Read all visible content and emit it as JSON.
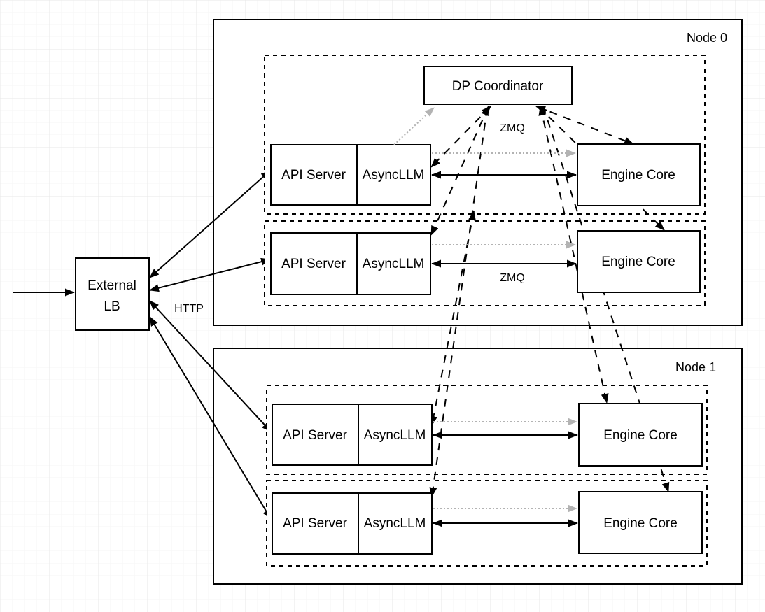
{
  "nodes": [
    {
      "label": "Node 0"
    },
    {
      "label": "Node 1"
    }
  ],
  "coordinator": {
    "label": "DP Coordinator"
  },
  "external_lb": {
    "line1": "External",
    "line2": "LB"
  },
  "ranks": [
    {
      "api_server": "API Server",
      "async_llm": "AsyncLLM",
      "engine_core": "Engine Core"
    },
    {
      "api_server": "API Server",
      "async_llm": "AsyncLLM",
      "engine_core": "Engine Core"
    },
    {
      "api_server": "API Server",
      "async_llm": "AsyncLLM",
      "engine_core": "Engine Core"
    },
    {
      "api_server": "API Server",
      "async_llm": "AsyncLLM",
      "engine_core": "Engine Core"
    }
  ],
  "edge_labels": {
    "http": "HTTP",
    "zmq_coordinator": "ZMQ",
    "zmq_engine": "ZMQ"
  },
  "colors": {
    "line": "#000000",
    "gray_dotted": "#b3b3b3",
    "box_fill": "#ffffff",
    "background": "#ffffff",
    "grid_minor": "#f6f6f6",
    "grid_major": "#e7e7e7"
  }
}
